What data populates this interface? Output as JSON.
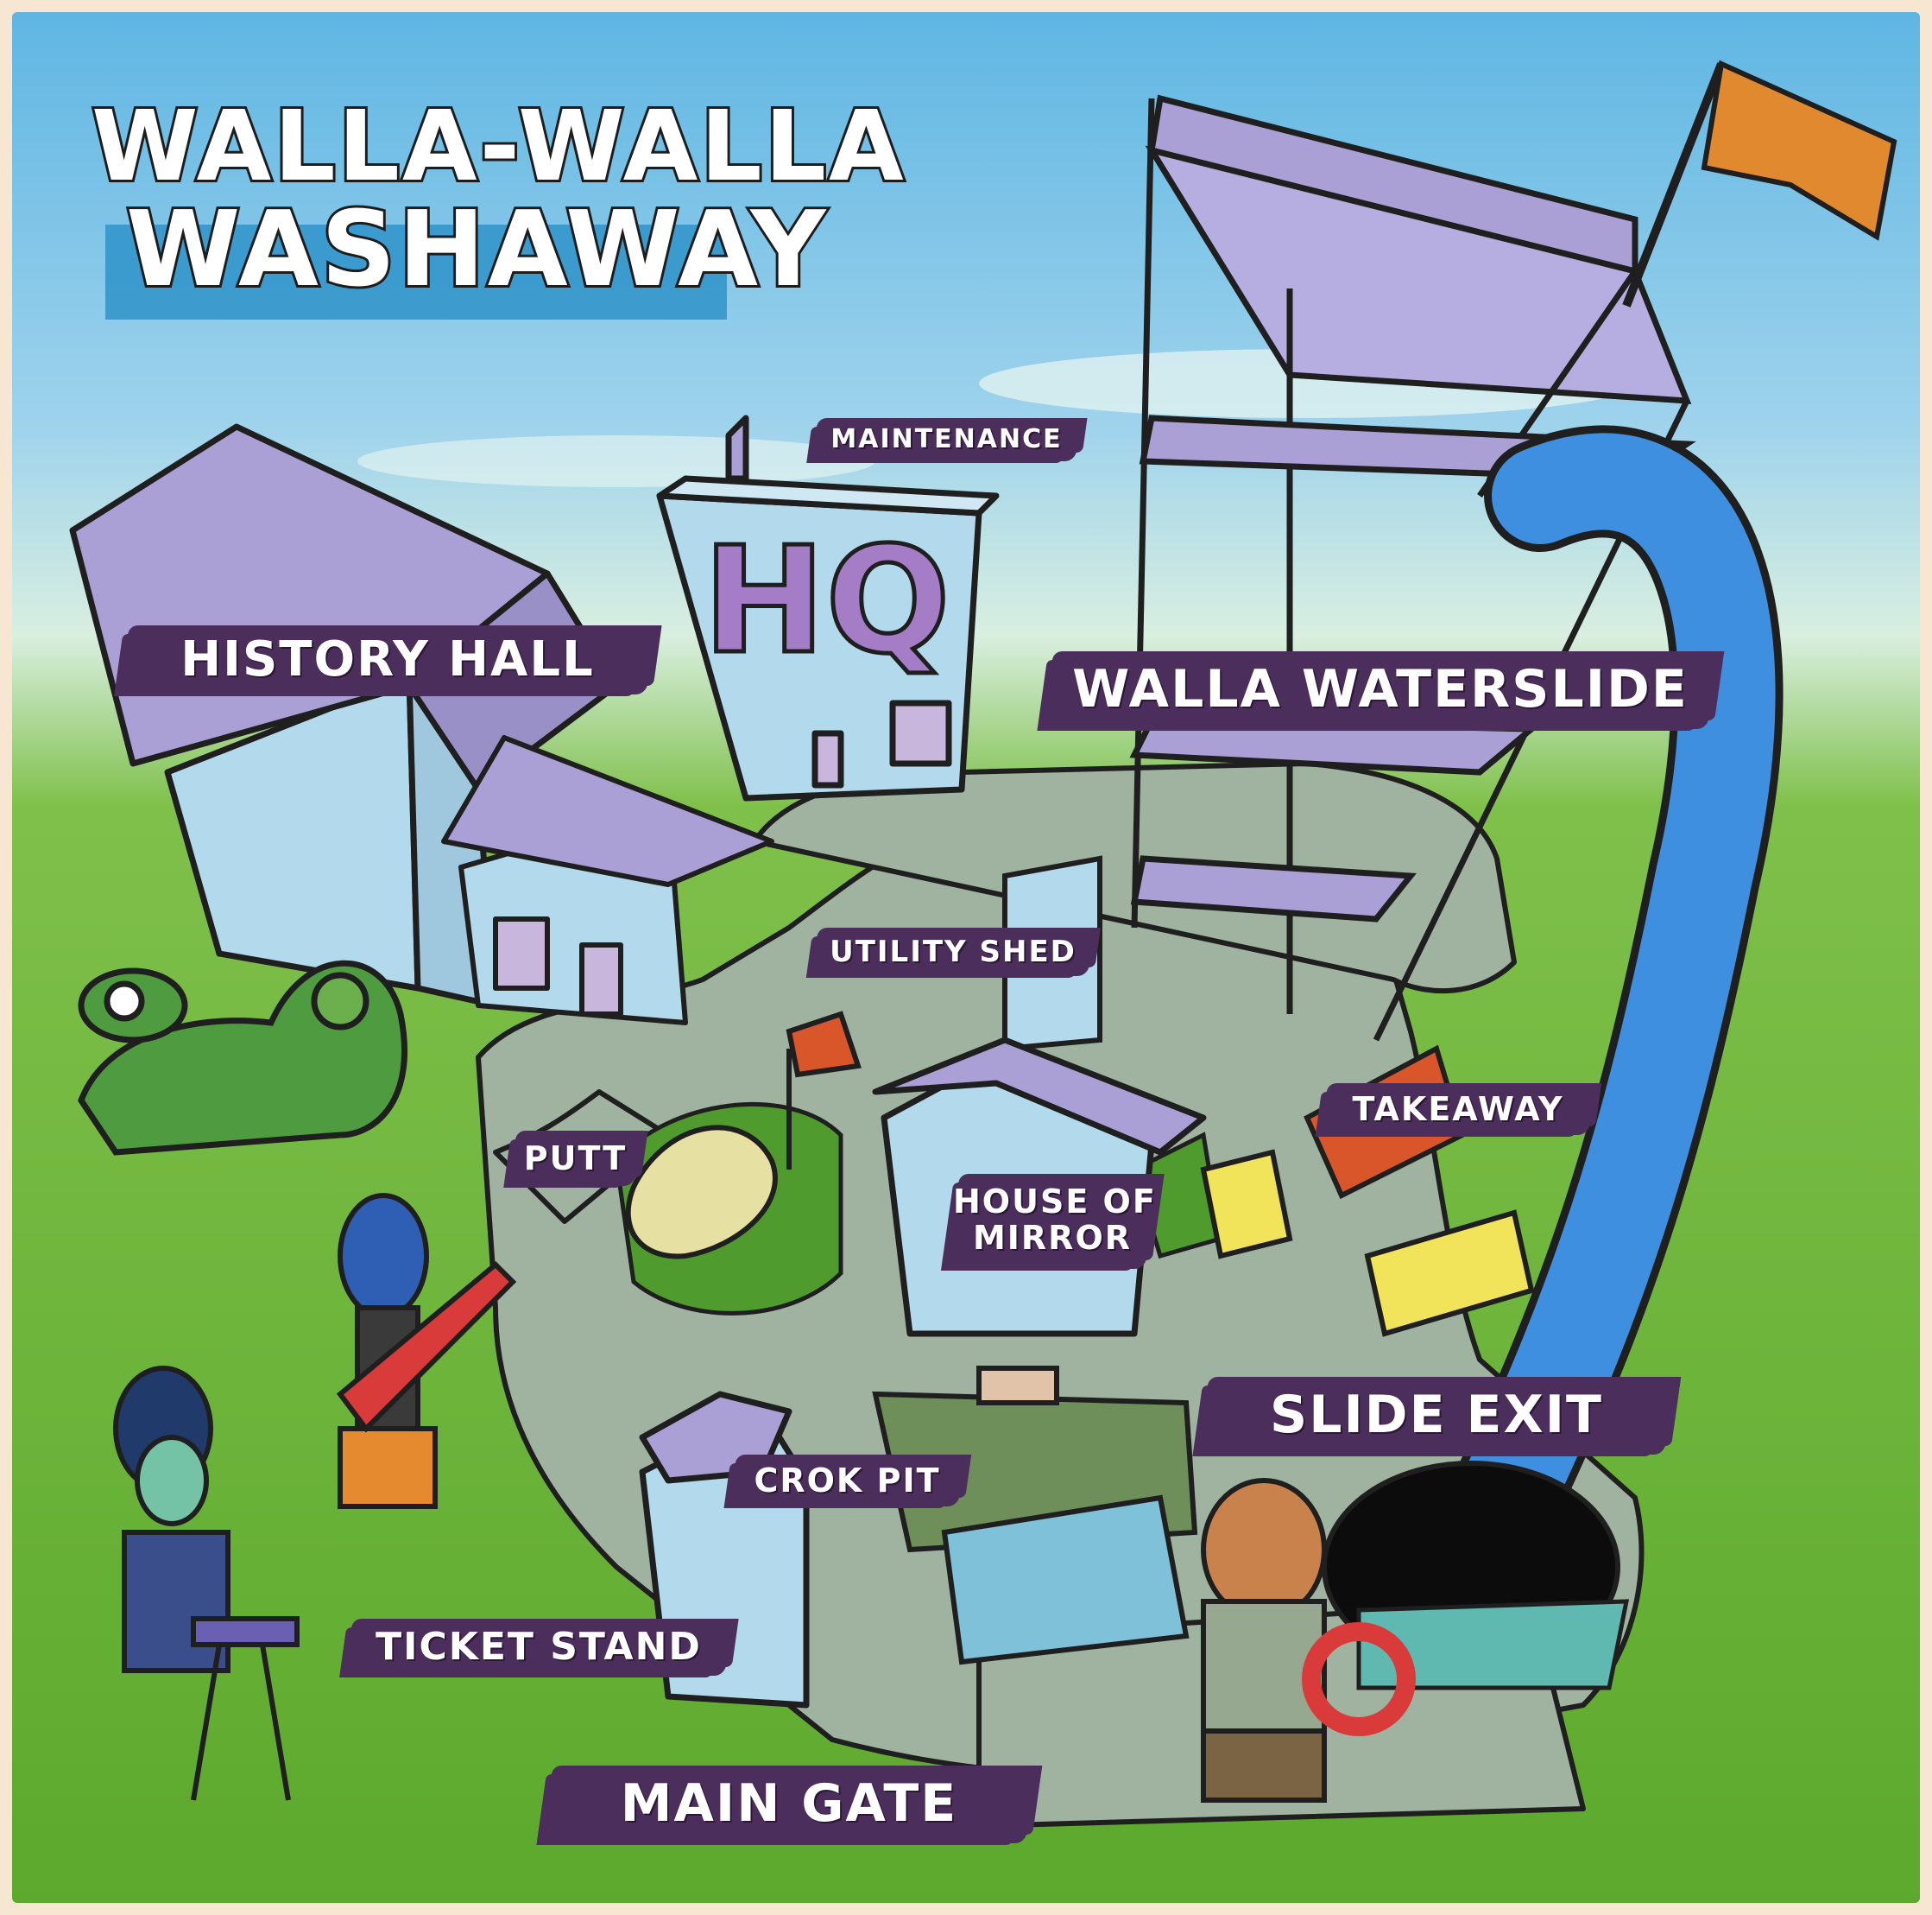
{
  "map": {
    "title_line1": "WALLA-WALLA",
    "title_line2": "WASHAWAY",
    "colors": {
      "sky": "#7cc0e4",
      "grass": "#5fae2f",
      "path": "#9fb3a0",
      "building_wall": "#b3d9ec",
      "building_roof": "#aaa0d6",
      "label_plate": "#4c2e5c",
      "label_text": "#ffffff",
      "slide_tube": "#3f8fe0",
      "flag": "#e0892f",
      "title_band": "#2f93c9"
    },
    "locations": {
      "maintenance": "MAINTENANCE",
      "history_hall": "HISTORY HALL",
      "walla_waterslide": "WALLA WATERSLIDE",
      "utility_shed": "UTILITY SHED",
      "takeaway": "TAKEAWAY",
      "putt": "PUTT",
      "house_of_mirror_1": "HOUSE OF",
      "house_of_mirror_2": "MIRROR",
      "slide_exit": "SLIDE EXIT",
      "crok_pit": "CROK PIT",
      "ticket_stand": "TICKET STAND",
      "main_gate": "MAIN GATE"
    },
    "building_signs": {
      "hq": "HQ"
    }
  }
}
